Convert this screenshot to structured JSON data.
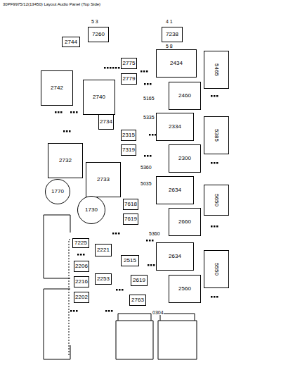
{
  "diagram": {
    "title": "30PF9975/12(13450) Layout Audio Panel (Top Side)",
    "nodes": [
      {
        "text": [
          "7260"
        ]
      },
      {
        "text": [
          "7238"
        ]
      },
      {
        "text": [
          "2744"
        ]
      },
      {
        "text": [
          "2742"
        ]
      },
      {
        "text": [
          "2740"
        ]
      },
      {
        "text": [
          "2775"
        ]
      },
      {
        "text": [
          "2779"
        ]
      },
      {
        "text": [
          "2434"
        ]
      },
      {
        "text": [
          "5465"
        ]
      },
      {
        "text": [
          "2460"
        ]
      },
      {
        "text": [
          "2734"
        ]
      },
      {
        "text": [
          "2334"
        ]
      },
      {
        "text": [
          "5385"
        ]
      },
      {
        "text": [
          "2315"
        ]
      },
      {
        "text": [
          "7319"
        ]
      },
      {
        "text": [
          "2732"
        ]
      },
      {
        "text": [
          "2300"
        ]
      },
      {
        "text": [
          "2733"
        ]
      },
      {
        "text": [
          "1770"
        ]
      },
      {
        "text": [
          "2634"
        ]
      },
      {
        "text": [
          "5650"
        ]
      },
      {
        "text": [
          "1730"
        ]
      },
      {
        "text": [
          "7618"
        ]
      },
      {
        "text": [
          "7619"
        ]
      },
      {
        "text": [
          "2660"
        ]
      },
      {
        "text": [
          "7225"
        ]
      },
      {
        "text": [
          "2221"
        ]
      },
      {
        "text": [
          "2634"
        ]
      },
      {
        "text": [
          "5550"
        ]
      },
      {
        "text": [
          "2206"
        ]
      },
      {
        "text": [
          "2515"
        ]
      },
      {
        "text": [
          "2216"
        ]
      },
      {
        "text": [
          "2253"
        ]
      },
      {
        "text": [
          "2619"
        ]
      },
      {
        "text": [
          "2560"
        ]
      },
      {
        "text": [
          "2202"
        ]
      },
      {
        "text": [
          "2763"
        ]
      }
    ],
    "labels": [
      "5 3",
      "4 1",
      "5 8",
      "5165",
      "5335",
      "5360",
      "5035",
      "5360",
      "0304"
    ]
  }
}
